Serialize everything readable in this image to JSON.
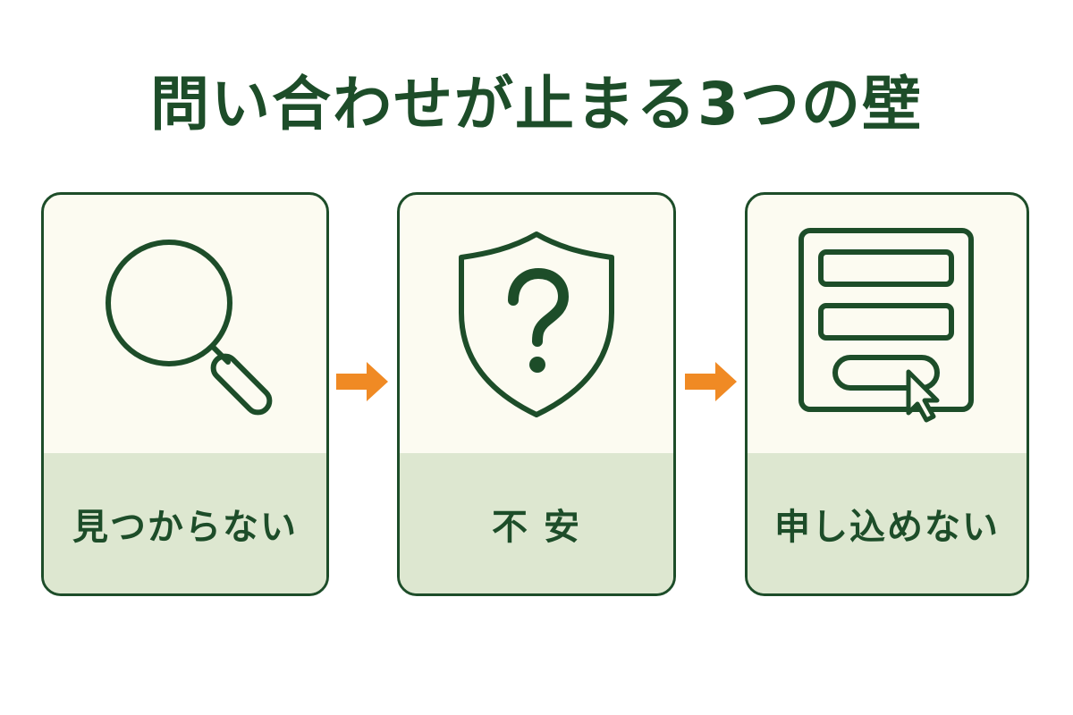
{
  "title": "問い合わせが止まる3つの壁",
  "colors": {
    "primary": "#1d4d29",
    "card_background": "#fcfbf1",
    "card_footer": "#dde7d0",
    "arrow": "#f08a24"
  },
  "steps": [
    {
      "label": "見つからない",
      "icon": "magnifying-glass-icon"
    },
    {
      "label": "不 安",
      "icon": "shield-question-icon"
    },
    {
      "label": "申し込めない",
      "icon": "form-cursor-icon"
    }
  ],
  "connectors": [
    {
      "icon": "arrow-right-icon"
    },
    {
      "icon": "arrow-right-icon"
    }
  ]
}
